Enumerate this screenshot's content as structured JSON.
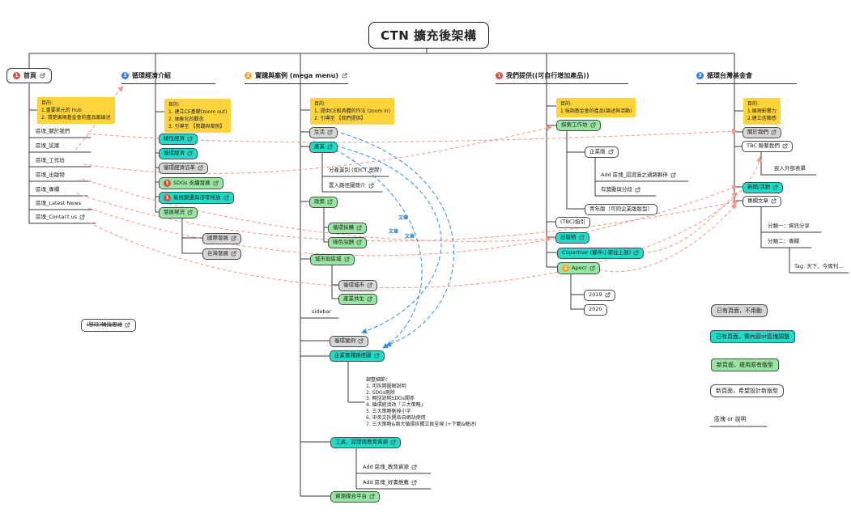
{
  "title": "CTN 擴充後架構",
  "priority": {
    "p1": "1",
    "p2": "2",
    "p3": "3"
  },
  "relation": {
    "article": "文章"
  },
  "home": {
    "label": "首頁",
    "note": "目的:\n1.重要單元的 Hub\n2. 清楚展現基金會的產品跟論述",
    "items": [
      "區塊_關於我們",
      "區塊_認識",
      "區塊_工作坊",
      "區塊_出版物",
      "區塊_專欄",
      "區塊_Latest News",
      "區塊_Contact us"
    ]
  },
  "ce_intro": {
    "label": "循環經濟介紹",
    "note": "目的:\n1. 建立CE基礎(zoom out)\n2. 抽象化的觀念\n3. 引導至 【實踐與案例】",
    "linear": "線性經濟",
    "circular": "循環經濟",
    "history": "循環經濟沿革",
    "sdgs": "SDGs 永續發展",
    "climate": "氣候變遷與淨零排放",
    "status": "發展現況",
    "intl": "國際發展",
    "taiwan": "台灣發展"
  },
  "practice": {
    "label": "實踐與案例 (mega menu)",
    "note": "目的:\n1. 提供CE較具體的作法 (zoom in)\n2. 引導至 【我們提供】",
    "life": "生活",
    "industry": "產業",
    "by_industry": "分產業別 (如ICT,塑膠)",
    "roadmap_intro": "置入路徑圖簡介",
    "policy": "政策",
    "procurement": "循環採購",
    "green_premium": "綠色溢酬",
    "city_region": "城市與區域",
    "circular_city": "循環城市",
    "symbiosis": "產業共生",
    "sidebar": "sidebar",
    "cases": "循環案例",
    "roadmap": "企業實踐路徑圖",
    "adjust_note": "調整細節：\n1. 可拆開圖解說明\n2. SDGs刪除\n3. 概括說明SDGs關係\n4. 循環經濟改「三大策略」\n5. 三大策略刪掉小字\n6. 中英文拆開各自網站使用\n7. 三大策略&兩大循環拆獨立頁呈現 (+下載&概述)",
    "tools": "工具、認證與教育資源",
    "add_edu": "Add 區塊_教育資源",
    "add_books": "Add 區塊_好書推薦",
    "platform": "資源媒合平台"
  },
  "offer": {
    "label": "我們提供((可自行增加產品))",
    "note": "目的:\n1.強調基金會的產品(論述與活動)",
    "workshop": "探索工作坊",
    "corp": "企業版",
    "add_cert": "Add 區塊_認證過之通路夥伴",
    "rewards": "有獎勵與分段",
    "youth": "青年版（可同企業版版型）",
    "guide": "(TBC)指引",
    "pubs": "出版物",
    "copartner": "Copartner (夥伴小聚往上放)",
    "apecr": "Apecr",
    "y2019": "2019",
    "y2020": "2020"
  },
  "foundation": {
    "label": "循環台灣基金會",
    "note": "目的:\n1.展現影響力\n2.建立信賴感",
    "about": "關於我們",
    "contact": "TBC 聯繫我們",
    "embed": "嵌入外部表單",
    "news": "新聞/活動",
    "column": "專欄文章",
    "cat1": "分類一：資訊分享",
    "cat2": "分類二：專欄",
    "tag": "Tag: 天下、今周刊..."
  },
  "floating": {
    "remove": "(移除)轉換思維"
  },
  "legend": {
    "existing_keep": "已有頁面，不用動",
    "existing_adjust": "已有頁面，需內容or區塊調整",
    "new_reuse": "新頁面，複用原有版型",
    "new_design": "新頁面，希望設計新版型",
    "block_note": "區塊 or 說明"
  }
}
